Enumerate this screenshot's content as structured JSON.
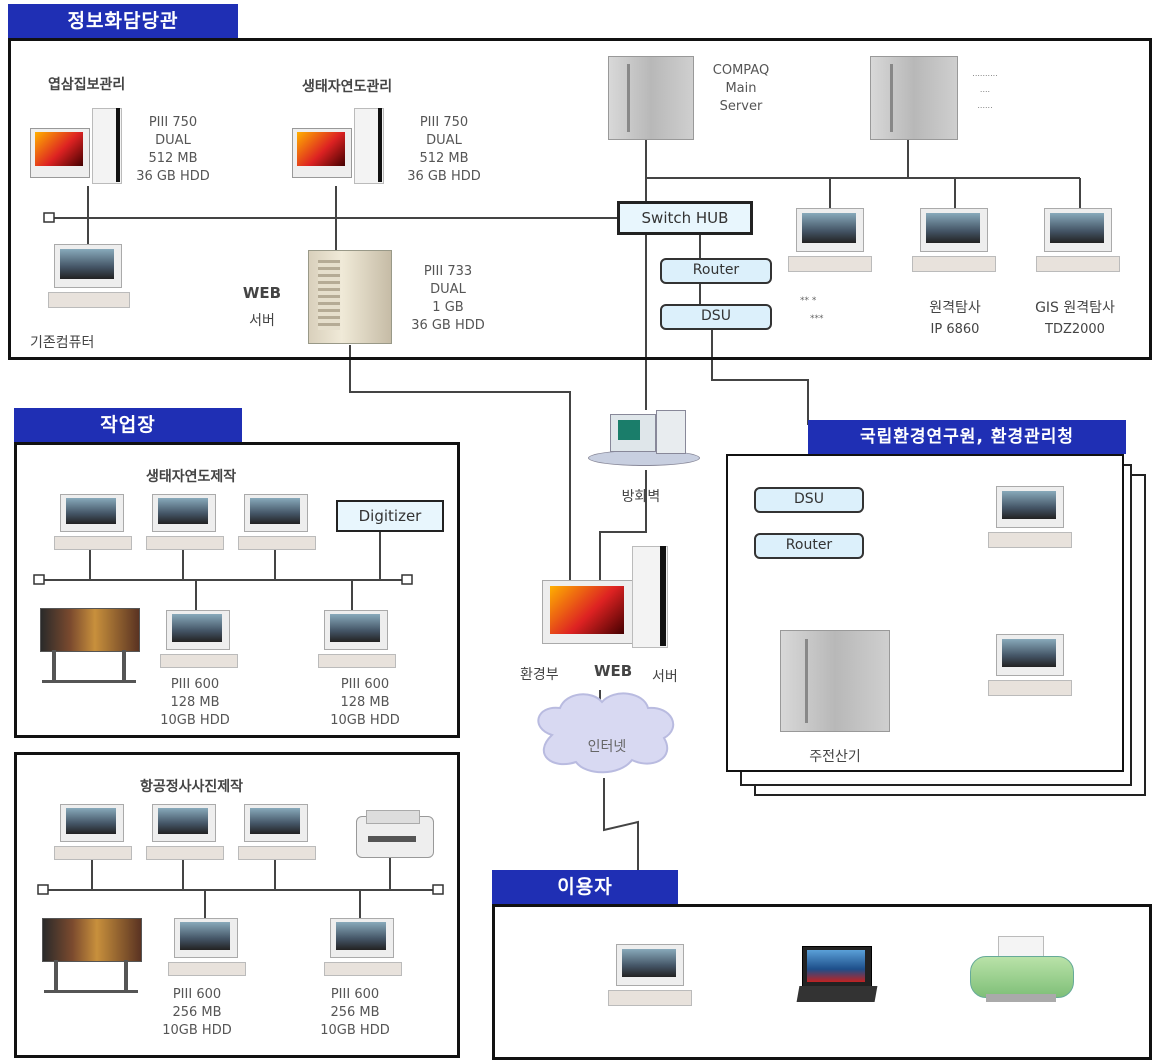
{
  "sections": {
    "info": "정보화담당관",
    "workshop": "작업장",
    "national": "국립환경연구원, 환경관리청",
    "users": "이용자"
  },
  "info": {
    "wetland_title": "엽삼집보관리",
    "eco_title": "생태자연도관리",
    "pc1_spec": [
      "PIII 750",
      "DUAL",
      "512 MB",
      "36 GB HDD"
    ],
    "pc2_spec": [
      "PIII 750",
      "DUAL",
      "512 MB",
      "36 GB HDD"
    ],
    "legacy_pc": "기존컴퓨터",
    "web_server_label": [
      "WEB",
      "서버"
    ],
    "web_server_spec": [
      "PIII 733",
      "DUAL",
      "1 GB",
      "36 GB HDD"
    ],
    "compaq": [
      "COMPAQ",
      "Main",
      "Server"
    ],
    "server2_text": [
      "..........",
      "....",
      "......"
    ],
    "switch_hub": "Switch HUB",
    "router": "Router",
    "dsu": "DSU",
    "ws_small": [
      "** *",
      "***"
    ],
    "remote_sensing": [
      "원격탐사",
      "IP 6860"
    ],
    "gis": [
      "GIS 원격탐사",
      "TDZ2000"
    ]
  },
  "firewall": "방화벽",
  "env_web": [
    "환경부",
    "WEB",
    "서버"
  ],
  "internet": "인터넷",
  "workshop": {
    "title": "생태자연도제작",
    "digitizer": "Digitizer",
    "spec_a": [
      "PIII 600",
      "128 MB",
      "10GB HDD"
    ],
    "spec_b": [
      "PIII 600",
      "128 MB",
      "10GB HDD"
    ]
  },
  "aerial": {
    "title": "항공정사사진제작",
    "spec_a": [
      "PIII 600",
      "256 MB",
      "10GB HDD"
    ],
    "spec_b": [
      "PIII 600",
      "256 MB",
      "10GB HDD"
    ]
  },
  "national": {
    "dsu": "DSU",
    "router": "Router",
    "mainframe": "주전산기"
  },
  "colors": {
    "tab_bg": "#1f2fb4",
    "pill_bg": "#dcf0fb",
    "line": "#444444"
  }
}
